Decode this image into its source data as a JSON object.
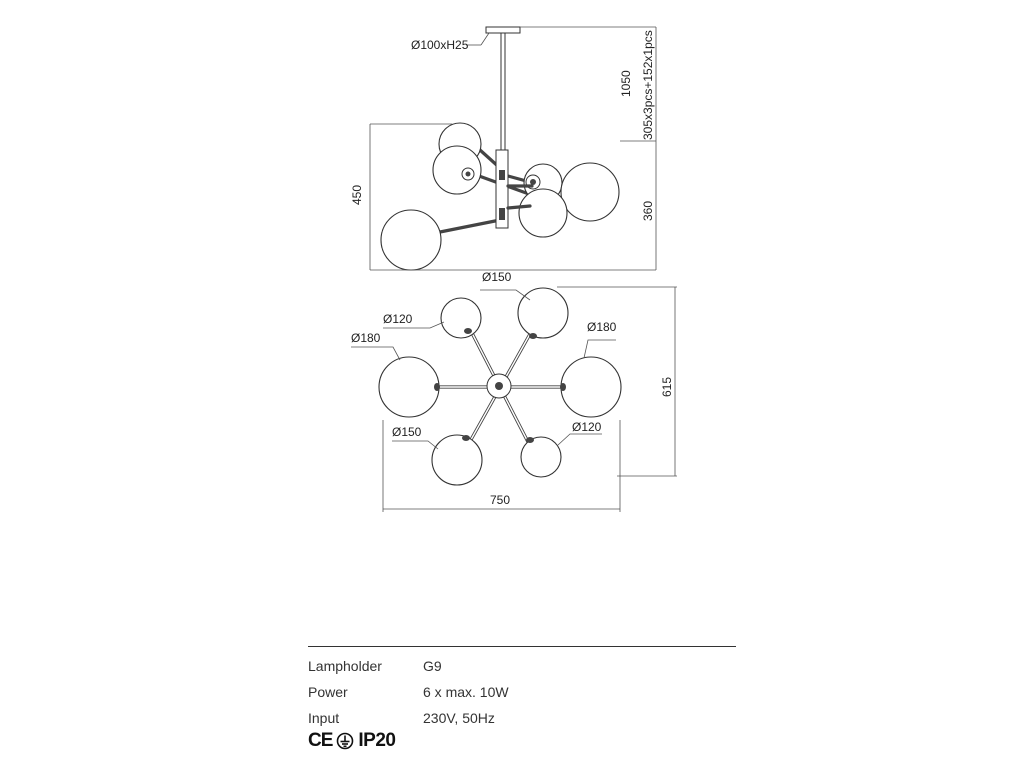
{
  "side_view": {
    "canopy_label": "Ø100xH25",
    "height_total": "1050",
    "rod_config": "305x3pcs+152x1pcs",
    "height_body": "360",
    "width_left": "450"
  },
  "top_view": {
    "globes": [
      {
        "label": "Ø120",
        "position": "upper-left"
      },
      {
        "label": "Ø150",
        "position": "upper-right"
      },
      {
        "label": "Ø180",
        "position": "left"
      },
      {
        "label": "Ø180",
        "position": "right"
      },
      {
        "label": "Ø150",
        "position": "lower-left"
      },
      {
        "label": "Ø120",
        "position": "lower-right"
      }
    ],
    "width": "750",
    "depth": "615"
  },
  "specs": [
    {
      "key": "Lampholder",
      "value": "G9"
    },
    {
      "key": "Power",
      "value": "6 x max. 10W"
    },
    {
      "key": "Input",
      "value": "230V, 50Hz"
    }
  ],
  "certifications": {
    "ce": "CE",
    "class_icon": "earth-ground-icon",
    "ip": "IP20"
  }
}
